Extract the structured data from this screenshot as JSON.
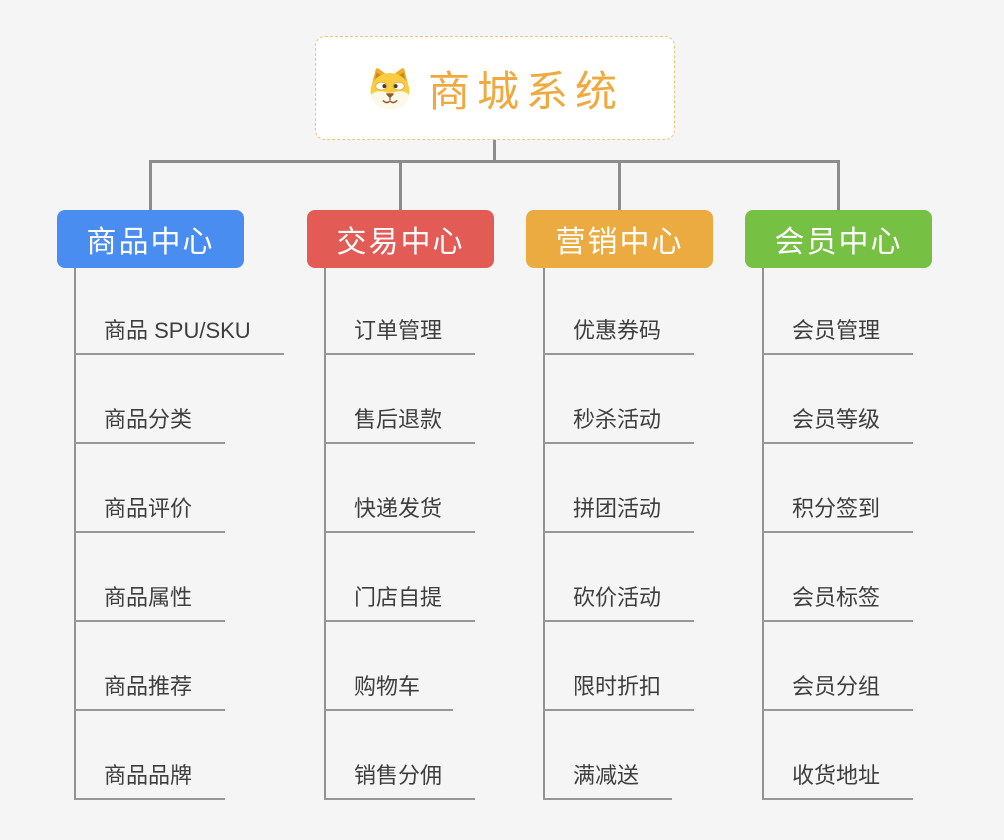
{
  "app": {
    "background_color": "#F5F5F6",
    "connector_color": "#8C8C8C"
  },
  "root": {
    "title": "商城系统",
    "icon": "dog-face-icon",
    "title_color": "#F0A93E",
    "border_color": "#EFC573"
  },
  "branches": [
    {
      "id": "product-center",
      "label": "商品中心",
      "color": "#4A8DF0",
      "items": [
        "商品 SPU/SKU",
        "商品分类",
        "商品评价",
        "商品属性",
        "商品推荐",
        "商品品牌"
      ]
    },
    {
      "id": "trade-center",
      "label": "交易中心",
      "color": "#E25B55",
      "items": [
        "订单管理",
        "售后退款",
        "快递发货",
        "门店自提",
        "购物车",
        "销售分佣"
      ]
    },
    {
      "id": "marketing-center",
      "label": "营销中心",
      "color": "#EBAB41",
      "items": [
        "优惠券码",
        "秒杀活动",
        "拼团活动",
        "砍价活动",
        "限时折扣",
        "满减送"
      ]
    },
    {
      "id": "member-center",
      "label": "会员中心",
      "color": "#76C043",
      "items": [
        "会员管理",
        "会员等级",
        "积分签到",
        "会员标签",
        "会员分组",
        "收货地址"
      ]
    }
  ]
}
